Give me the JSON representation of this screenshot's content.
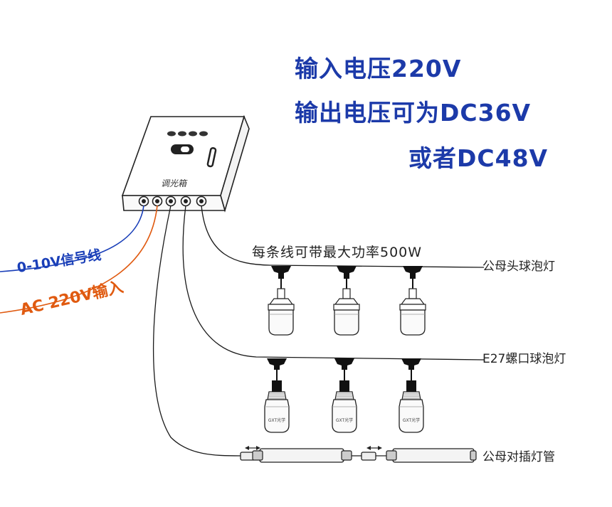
{
  "headline": {
    "line1": "输入电压220V",
    "line2": "输出电压可为DC36V",
    "line3": "或者DC48V"
  },
  "box": {
    "label": "调光箱"
  },
  "inputs": {
    "signal": "0-10V信号线",
    "ac": "AC 220V输入"
  },
  "power_note": "每条线可带最大功率500W",
  "lines": {
    "line1": "公母头球泡灯",
    "line2": "E27螺口球泡灯",
    "line3": "公母对插灯管"
  },
  "bulb_brand": "GXT光学",
  "colors": {
    "headline": "#1c3aa9",
    "signal_wire": "#1a3fb8",
    "ac_wire": "#e05a10",
    "line": "#1a1a1a"
  }
}
